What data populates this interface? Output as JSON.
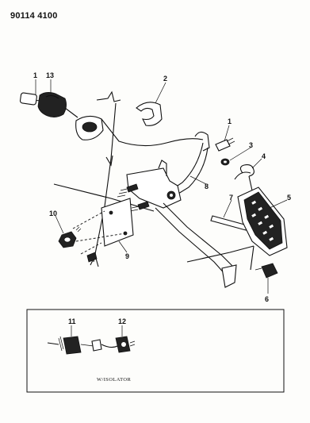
{
  "document": {
    "page_code": "90114 4100",
    "inset_caption": "W/ISOLATOR"
  },
  "callouts": {
    "c1_top": "1",
    "c13": "13",
    "c2": "2",
    "c1_right": "1",
    "c3": "3",
    "c4": "4",
    "c8": "8",
    "c7": "7",
    "c5": "5",
    "c10": "10",
    "c9": "9",
    "c6": "6",
    "c11": "11",
    "c12": "12"
  }
}
